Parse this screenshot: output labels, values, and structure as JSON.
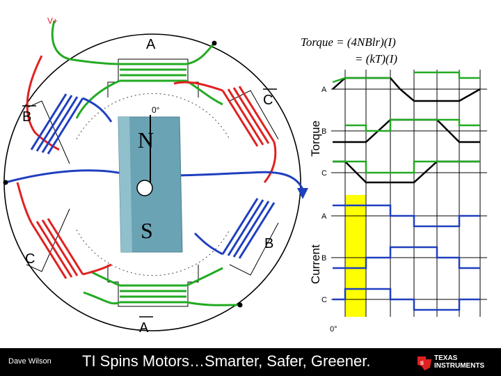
{
  "title": {
    "supply": "V+",
    "equation_line1": "Torque  = (4NBlr)(I)",
    "equation_line2": "= (kT)(I)"
  },
  "motor": {
    "rotor_north": "N",
    "rotor_south": "S",
    "angle_marker": "0°",
    "phase_labels": {
      "top": "A",
      "upper_right": "C",
      "upper_left": "B",
      "lower_right": "B",
      "lower_left": "C",
      "bottom": "A"
    }
  },
  "waveforms": {
    "torque_axis_label": "Torque",
    "current_axis_label": "Current",
    "torque_traces": [
      "A",
      "B",
      "C"
    ],
    "current_traces": [
      "A",
      "B",
      "C"
    ],
    "zero_marker": "0°",
    "colors": {
      "green": "#22aa22",
      "blue": "#1f3fbf",
      "black": "#000000",
      "highlight": "#ffff00",
      "red": "#e02020"
    }
  },
  "footer": {
    "author": "Dave Wilson",
    "tagline": "TI Spins Motors…Smarter, Safer, Greener.",
    "brand_line1": "TEXAS",
    "brand_line2": "INSTRUMENTS"
  }
}
